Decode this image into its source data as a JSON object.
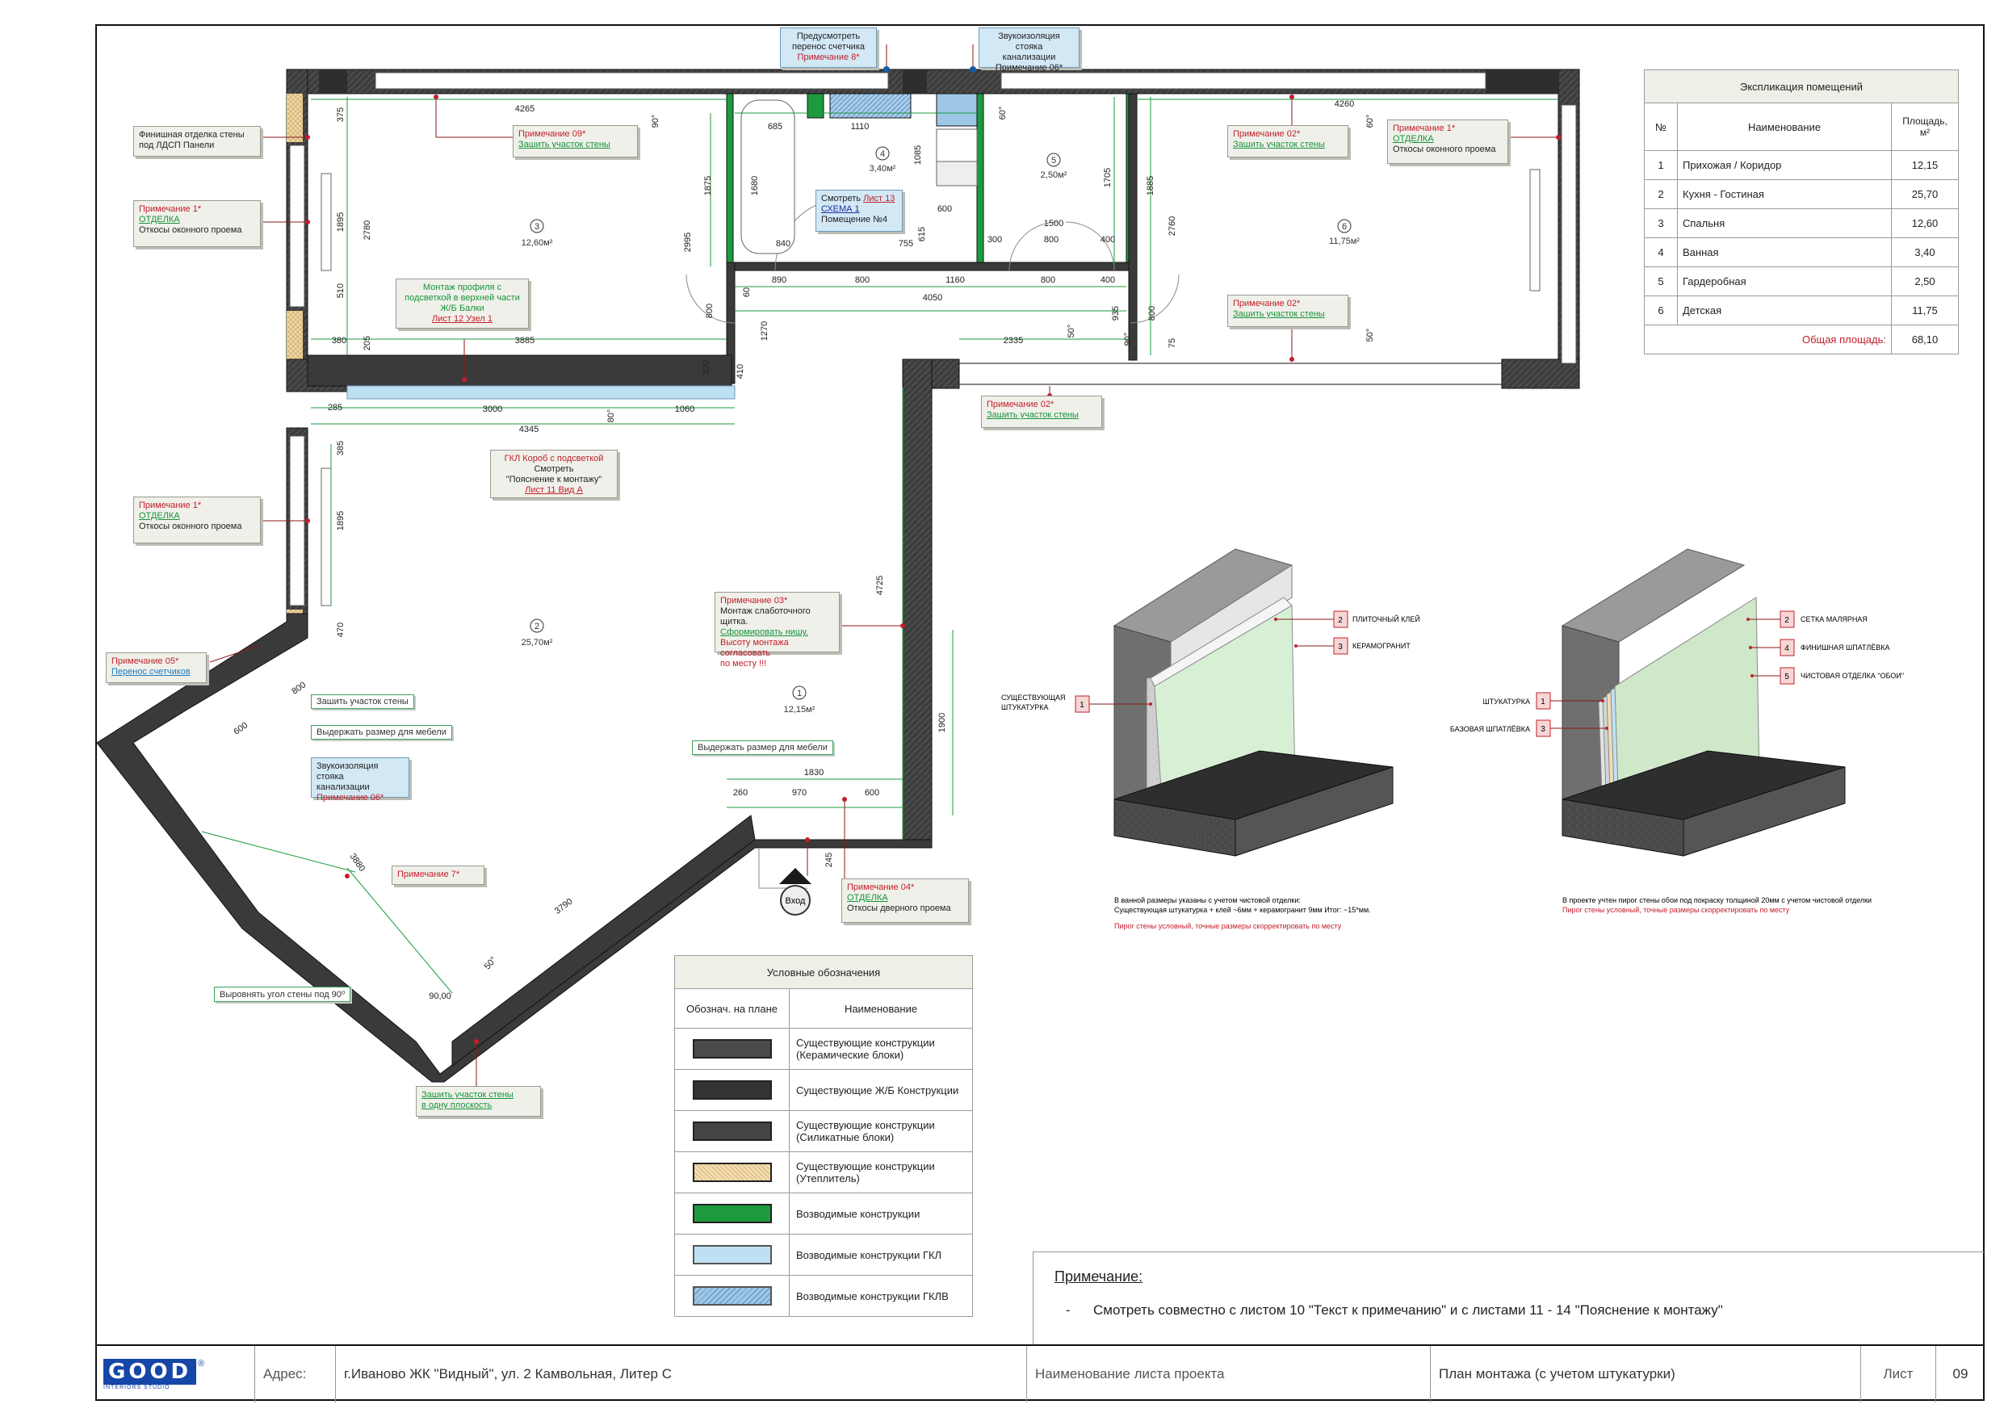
{
  "notes": {
    "counter_move": {
      "line1": "Предусмотреть",
      "line2": "перенос счетчика",
      "line3": "Примечание 8*"
    },
    "sound_riser_top": {
      "line1": "Звукоизоляция стояка",
      "line2": "канализации",
      "line3": "Примечание 06*"
    },
    "panels": {
      "line1": "Финишная отделка стены",
      "line2": "под ЛДСП Панели"
    },
    "window_1a": {
      "title": "Примечание 1*",
      "link": "ОТДЕЛКА",
      "text": "Откосы оконного проема"
    },
    "wall_09": {
      "title": "Примечание 09*",
      "link": "Зашить участок стены"
    },
    "see_sheet13": {
      "line1": "Смотреть",
      "link1": "Лист 13",
      "link2": "СХЕМА 1",
      "line3": "Помещение №4"
    },
    "wall_02a": {
      "title": "Примечание 02*",
      "link": "Зашить участок стены"
    },
    "window_1b": {
      "title": "Примечание 1*",
      "link": "ОТДЕЛКА",
      "text": "Откосы оконного проема"
    },
    "profile": {
      "line1": "Монтаж профиля с",
      "line2": "подсветкой в верхней части",
      "line3": "Ж/Б Балки",
      "link": "Лист 12 Узел 1"
    },
    "wall_02b": {
      "title": "Примечание 02*",
      "link": "Зашить участок стены"
    },
    "wall_02c": {
      "title": "Примечание 02*",
      "link": "Зашить участок стены"
    },
    "gkl_box": {
      "line1": "ГКЛ Короб с подсветкой",
      "line2": "Смотреть",
      "line3": "\"Пояснение к монтажу\"",
      "link": "Лист 11 Вид А"
    },
    "window_1c": {
      "title": "Примечание 1*",
      "link": "ОТДЕЛКА",
      "text": "Откосы оконного проема"
    },
    "panel_03": {
      "title": "Примечание 03*",
      "line1": "Монтаж слаботочного щитка.",
      "link": "Сформировать нишу.",
      "line3": "Высоту монтажа согласовать",
      "line4": "по месту !!!"
    },
    "counters_05": {
      "title": "Примечание 05*",
      "link": "Перенос счетчиков"
    },
    "sound_riser_bottom": {
      "line1": "Звукоизоляция стояка",
      "line2": "канализации",
      "line3": "Примечание 06*"
    },
    "note_7": {
      "title": "Примечание 7*"
    },
    "door_04": {
      "title": "Примечание 04*",
      "link": "ОТДЕЛКА",
      "text": "Откосы дверного проема"
    },
    "wall_plane": {
      "line1": "Зашить участок стены",
      "line2": "в одну плоскость"
    }
  },
  "tags": {
    "sew_wall": "Зашить участок стены",
    "furniture_1": "Выдержать размер для мебели",
    "furniture_2": "Выдержать размер для мебели",
    "corner_90": "Выровнять угол стены под 90⁰"
  },
  "rooms": [
    {
      "num": "1",
      "area": "12,15м²"
    },
    {
      "num": "2",
      "area": "25,70м²"
    },
    {
      "num": "3",
      "area": "12,60м²"
    },
    {
      "num": "4",
      "area": "3,40м²"
    },
    {
      "num": "5",
      "area": "2,50м²"
    },
    {
      "num": "6",
      "area": "11,75м²"
    }
  ],
  "dimensions": {
    "d4265": "4265",
    "d4260": "4260",
    "d1110": "1110",
    "d685": "685",
    "d1680": "1680",
    "d1085": "1085",
    "d840": "840",
    "d600": "600",
    "d755": "755",
    "d615": "615",
    "d1500": "1500",
    "d300": "300",
    "d800a": "800",
    "d400a": "400",
    "d1875": "1875",
    "d2995": "2995",
    "d1705": "1705",
    "d1885": "1885",
    "d2760": "2760",
    "d2780": "2780",
    "d1895a": "1895",
    "d510": "510",
    "d375": "375",
    "d890": "890",
    "d800b": "800",
    "d1160": "1160",
    "d800c": "800",
    "d400b": "400",
    "d4050": "4050",
    "d800v": "800",
    "d60": "60",
    "d1270": "1270",
    "d935": "935",
    "d800w": "800",
    "d75": "75",
    "d380": "380",
    "d205": "205",
    "d3885": "3885",
    "d320": "320",
    "d410": "410",
    "d2335": "2335",
    "d285": "285",
    "d3000": "3000",
    "d1060": "1060",
    "d4345": "4345",
    "d385": "385",
    "d1895b": "1895",
    "d470": "470",
    "d4725": "4725",
    "d1900": "1900",
    "d1830": "1830",
    "d260": "260",
    "d970": "970",
    "d600b": "600",
    "d245": "245",
    "d3880": "3880",
    "d3790": "3790",
    "d800d": "800",
    "d600c": "600",
    "a90a": "90°",
    "a60": "60°",
    "a60b": "60°",
    "a90b": "90°",
    "a50a": "50°",
    "a50b": "50°",
    "a80": "80°",
    "a90c": "90,00",
    "a50c": "50°"
  },
  "entrance_label": "Вход",
  "explication": {
    "title": "Экспликация помещений",
    "col_num": "№",
    "col_name": "Наименование",
    "col_area": "Площадь, м²",
    "rows": [
      {
        "n": "1",
        "name": "Прихожая / Коридор",
        "area": "12,15"
      },
      {
        "n": "2",
        "name": "Кухня - Гостиная",
        "area": "25,70"
      },
      {
        "n": "3",
        "name": "Спальня",
        "area": "12,60"
      },
      {
        "n": "4",
        "name": "Ванная",
        "area": "3,40"
      },
      {
        "n": "5",
        "name": "Гардеробная",
        "area": "2,50"
      },
      {
        "n": "6",
        "name": "Детская",
        "area": "11,75"
      }
    ],
    "total_label": "Общая площадь:",
    "total_value": "68,10"
  },
  "detail_left": {
    "n1": "1",
    "n2": "2",
    "n3": "3",
    "label_1a": "СУЩЕСТВУЮЩАЯ",
    "label_1b": "ШТУКАТУРКА",
    "label_2": "ПЛИТОЧНЫЙ КЛЕЙ",
    "label_3": "КЕРАМОГРАНИТ",
    "cap1": "В ванной размеры указаны с учетом чистовой отделки:",
    "cap2": "Существующая штукатурка + клей ~6мм + керамогранит 9мм Итог: ~15*мм.",
    "cap3": "Пирог стены условный, точные размеры скорректировать по месту"
  },
  "detail_right": {
    "n1": "1",
    "n2": "2",
    "n3": "3",
    "n4": "4",
    "n5": "5",
    "label_1": "ШТУКАТУРКА",
    "label_2": "СЕТКА МАЛЯРНАЯ",
    "label_3": "БАЗОВАЯ ШПАТЛЁВКА",
    "label_4": "ФИНИШНАЯ ШПАТЛЁВКА",
    "label_5": "ЧИСТОВАЯ ОТДЕЛКА \"ОБОИ\"",
    "cap1": "В проекте учтен пирог стены обои под покраску толщиной 20мм с учетом чистовой отделки",
    "cap2": "Пирог стены условный, точные размеры скорректировать по месту"
  },
  "legend": {
    "title": "Условные обозначения",
    "col_symbol": "Обознач. на плане",
    "col_name": "Наименование",
    "rows": [
      {
        "name": "Существующие конструкции (Керамические блоки)",
        "color": "#4a4a4a",
        "pattern": "dark"
      },
      {
        "name": "Существующие Ж/Б Конструкции",
        "color": "#333333",
        "pattern": "dark"
      },
      {
        "name": "Существующие конструкции (Силикатные блоки)",
        "color": "#444444",
        "pattern": "dark"
      },
      {
        "name": "Существующие конструкции (Утеплитель)",
        "color": "#f3dcb0",
        "pattern": "cross"
      },
      {
        "name": "Возводимые конструкции",
        "color": "#1e9a3e",
        "pattern": "solid"
      },
      {
        "name": "Возводимые конструкции ГКЛ",
        "color": "#bfe0f3",
        "pattern": "solid"
      },
      {
        "name": "Возводимые конструкции ГКЛВ",
        "color": "#9ec7e6",
        "pattern": "hatch"
      }
    ]
  },
  "remark": {
    "title": "Примечание:",
    "bullet": "-",
    "text": "Смотреть совместно с листом 10 \"Текст к примечанию\" и с листами 11 - 14 \"Пояснение к монтажу\""
  },
  "title_block": {
    "logo": "GOOD",
    "logo_sub": "INTERIORS STUDIO",
    "address_label": "Адрес:",
    "address": "г.Иваново ЖК \"Видный\", ул. 2 Камвольная, Литер С",
    "sheet_name_label": "Наименование листа проекта",
    "sheet_name": "План монтажа (с учетом штукатурки)",
    "sheet_label": "Лист",
    "sheet_no": "09"
  }
}
